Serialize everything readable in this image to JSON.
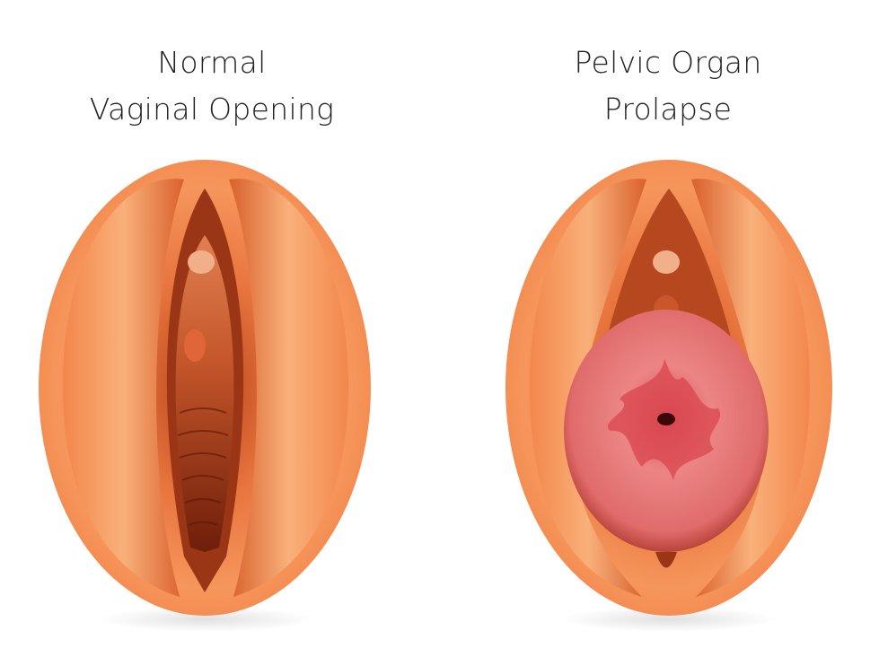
{
  "panels": [
    {
      "title_line1": "Normal",
      "title_line2": "Vaginal Opening"
    },
    {
      "title_line1": "Pelvic Organ",
      "title_line2": "Prolapse"
    }
  ],
  "colors": {
    "skin_outer": "#f4925a",
    "skin_light": "#f8b583",
    "inner_dark": "#8a2b10",
    "prolapse_pink": "#e06b6b"
  }
}
